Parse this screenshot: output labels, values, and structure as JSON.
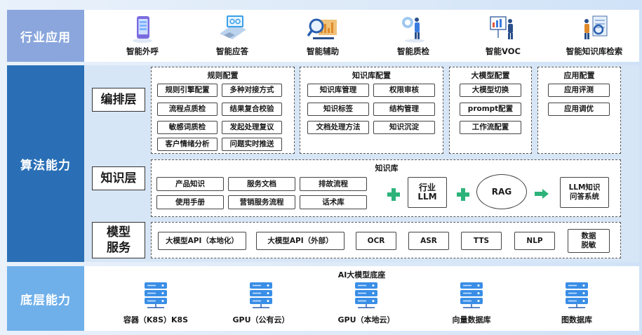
{
  "bands": {
    "industry": "行业应用",
    "algorithm": "算法能力",
    "base": "底层能力"
  },
  "apps": [
    {
      "label": "智能外呼",
      "icon": "phone-icon"
    },
    {
      "label": "智能应答",
      "icon": "chat-computer-icon"
    },
    {
      "label": "智能辅助",
      "icon": "magnifier-chart-icon"
    },
    {
      "label": "智能质检",
      "icon": "quality-check-icon"
    },
    {
      "label": "智能VOC",
      "icon": "presentation-board-icon"
    },
    {
      "label": "智能知识库检索",
      "icon": "knowledge-search-icon"
    }
  ],
  "layers": {
    "orchestration": "编排层",
    "knowledge": "知识层",
    "model": "模型\n服务"
  },
  "rules": {
    "title": "规则配置",
    "items": [
      "规则引擎配置",
      "多种对接方式",
      "流程点质检",
      "结果复合校验",
      "敏感词质检",
      "发起处理复议",
      "客户情绪分析",
      "问题实时推送"
    ]
  },
  "kb_config": {
    "title": "知识库配置",
    "items": [
      "知识库管理",
      "权限审核",
      "知识标签",
      "结构管理",
      "文档处理方法",
      "知识沉淀"
    ]
  },
  "llm_config": {
    "title": "大模型配置",
    "items": [
      "大模型切换",
      "prompt配置",
      "工作流配置"
    ]
  },
  "app_config": {
    "title": "应用配置",
    "items": [
      "应用评测",
      "应用调优"
    ]
  },
  "knowledge_base": {
    "title": "知识库",
    "items": [
      "产品知识",
      "服务文档",
      "排故流程",
      "使用手册",
      "营销服务流程",
      "话术库"
    ],
    "industry_llm": "行业\nLLM",
    "rag": "RAG",
    "qa_system": "LLM知识\n问答系统"
  },
  "model_services": [
    "大模型API（本地化）",
    "大模型API（外部）",
    "OCR",
    "ASR",
    "TTS",
    "NLP",
    "数据\n脱敏"
  ],
  "base": {
    "title": "AI大模型底座",
    "items": [
      {
        "label": "容器（K8S）K8S",
        "icon": "server-icon"
      },
      {
        "label": "GPU（公有云）",
        "icon": "server-icon"
      },
      {
        "label": "GPU（本地云）",
        "icon": "server-icon"
      },
      {
        "label": "向量数据库",
        "icon": "server-icon"
      },
      {
        "label": "图数据库",
        "icon": "server-icon"
      }
    ]
  },
  "colors": {
    "industry_band": "#8aa6dc",
    "algorithm_band": "#2a6fb6",
    "base_band": "#6fb0ea",
    "plus_green": "#2db37a",
    "arrow_green": "#2db37a",
    "server_blue": "#3a8ee6"
  }
}
